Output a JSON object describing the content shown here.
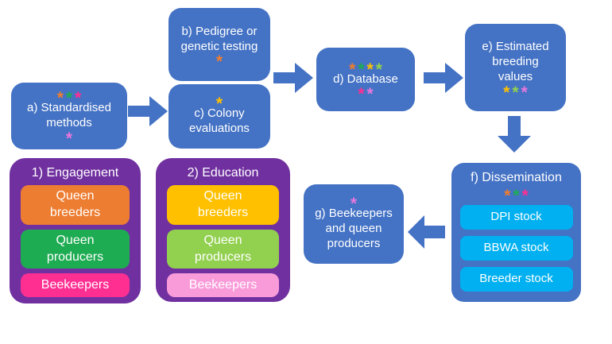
{
  "palette": {
    "blue": "#4472C4",
    "cyan": "#00B0F0",
    "purple": "#7030A0",
    "orange": "#ED7D31",
    "green": "#1EAC52",
    "gold": "#FFC000",
    "light_green": "#92D050",
    "deep_pink": "#FF2F92",
    "light_pink": "#E678DC",
    "pale_pink": "#FA9BD9",
    "white": "#FFFFFF"
  },
  "ast_char": "*",
  "flow": {
    "a": {
      "label": "a) Standardised methods",
      "ast_above": [
        "orange",
        "green",
        "deep_pink"
      ],
      "ast_below": [
        "light_pink"
      ]
    },
    "b": {
      "label": "b) Pedigree or genetic testing",
      "ast_below": [
        "orange"
      ]
    },
    "c": {
      "label": "c) Colony evaluations",
      "ast_above": [
        "gold"
      ]
    },
    "d": {
      "label": "d) Database",
      "ast_above": [
        "orange",
        "green",
        "gold",
        "light_green"
      ],
      "ast_below": [
        "deep_pink",
        "light_pink"
      ]
    },
    "e": {
      "label": "e) Estimated breeding values",
      "ast_below": [
        "gold",
        "light_green",
        "light_pink"
      ]
    },
    "f": {
      "label": "f) Dissemination",
      "ast_below": [
        "orange",
        "green",
        "deep_pink"
      ],
      "stocks": [
        "DPI stock",
        "BBWA stock",
        "Breeder stock"
      ]
    },
    "g": {
      "label": "g) Beekeepers and queen producers",
      "ast_above": [
        "light_pink"
      ]
    }
  },
  "groups": [
    {
      "title": "1) Engagement",
      "members": [
        {
          "label": "Queen breeders",
          "color": "orange"
        },
        {
          "label": "Queen producers",
          "color": "green"
        },
        {
          "label": "Beekeepers",
          "color": "deep_pink"
        }
      ]
    },
    {
      "title": "2) Education",
      "members": [
        {
          "label": "Queen breeders",
          "color": "gold"
        },
        {
          "label": "Queen producers",
          "color": "light_green"
        },
        {
          "label": "Beekeepers",
          "color": "pale_pink"
        }
      ]
    }
  ]
}
